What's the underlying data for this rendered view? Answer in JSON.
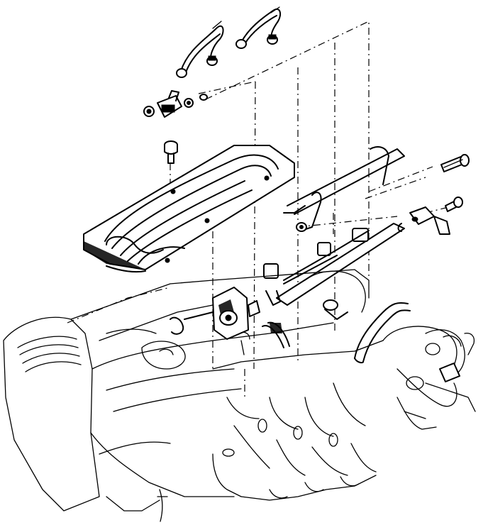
{
  "figure": {
    "kind": "exploded-view-line-drawing",
    "parts": [
      "injector-wire-harness",
      "injector-connector",
      "grommet",
      "o-ring",
      "union-bolt",
      "intake-chamber-cover",
      "fuel-delivery-pipe",
      "delivery-pipe-bolt",
      "fuel-pressure-regulator",
      "fuel-hose",
      "engine-block",
      "intake-manifold"
    ]
  }
}
